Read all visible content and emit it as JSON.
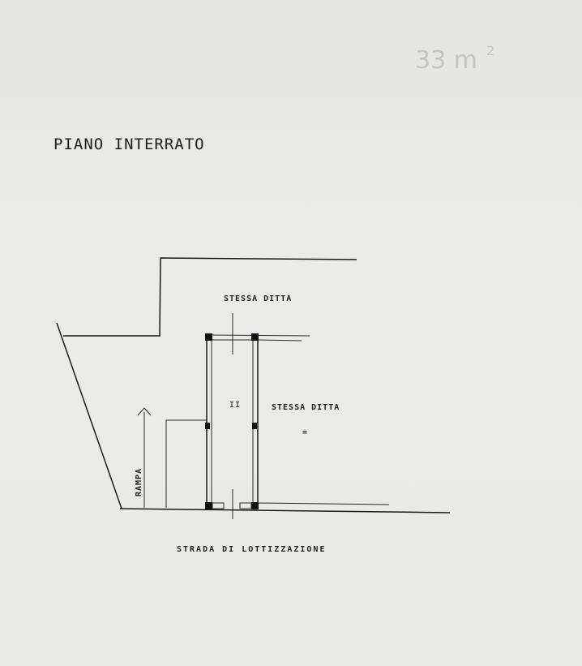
{
  "plan": {
    "title": "PIANO INTERRATO",
    "area_note": "33 m",
    "area_exponent": "2",
    "label_top": "STESSA DITTA",
    "label_right": "STESSA DITTA",
    "label_right_mark": "=",
    "label_room_mark": "II",
    "label_ramp": "RAMPA",
    "label_street": "STRADA DI LOTTIZZAZIONE"
  },
  "colors": {
    "ink": "#1a1a1a",
    "paper": "#e8e8e5"
  }
}
